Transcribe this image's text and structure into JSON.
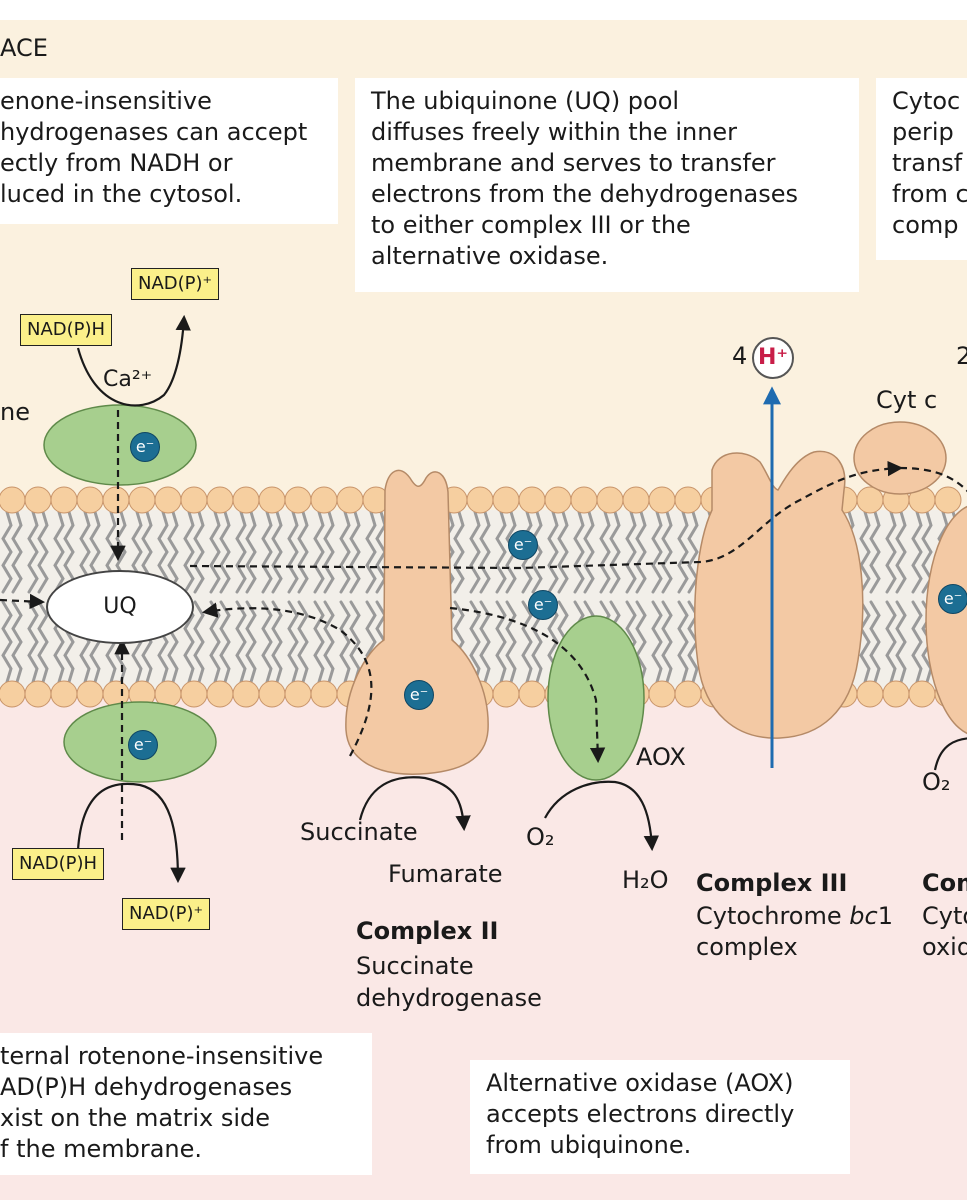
{
  "header": {
    "space_label": "ACE"
  },
  "notes": {
    "external_dehydrogenases": [
      "enone-insensitive",
      "hydrogenases can accept",
      "ectly from NADH or",
      "luced in the cytosol."
    ],
    "ubiquinone_pool": [
      "The ubiquinone (UQ) pool",
      "diffuses freely within the inner",
      "membrane and serves to transfer",
      "electrons from the dehydrogenases",
      "to either complex III or the",
      "alternative oxidase."
    ],
    "cytochrome_c": [
      "Cytoc",
      "perip",
      "transf",
      "from c",
      "comp"
    ],
    "internal_dehydrogenases": [
      "ternal rotenone-insensitive",
      "AD(P)H dehydrogenases",
      "xist on the matrix side",
      "f the membrane."
    ],
    "aox_note": [
      "Alternative oxidase (AOX)",
      "accepts electrons directly",
      "from ubiquinone."
    ]
  },
  "labels": {
    "nadph_top": "NAD(P)H",
    "nadp_top": "NAD(P)⁺",
    "nadph_bottom": "NAD(P)H",
    "nadp_bottom": "NAD(P)⁺",
    "ca": "Ca²⁺",
    "left_fragment": "ne",
    "uq": "UQ",
    "electron": "e⁻",
    "succinate": "Succinate",
    "fumarate": "Fumarate",
    "complex2_title": "Complex II",
    "complex2_sub": [
      "Succinate",
      "dehydrogenase"
    ],
    "aox": "AOX",
    "o2": "O₂",
    "h2o": "H₂O",
    "complex3_title": "Complex III",
    "complex3_sub_prefix": "Cytochrome ",
    "complex3_sub_italic": "bc",
    "complex3_sub_suffix": "1",
    "complex3_sub2": "complex",
    "h_count": "4",
    "h_ion": "H⁺",
    "cytc": "Cyt c",
    "right_o2": "O₂",
    "right_2": "2",
    "right_complex_title": "Com",
    "right_complex_sub": [
      "Cyto",
      "oxid"
    ]
  },
  "colors": {
    "ims_bg": "#fbf1df",
    "matrix_bg": "#fae8e6",
    "lipid_head": "#f6cfa0",
    "protein_tan": "#f3c9a4",
    "protein_green": "#a7cf8e",
    "electron_blue": "#1c6e93",
    "proton_arrow": "#1e6bb0",
    "tag_yellow": "#fbf08a"
  }
}
